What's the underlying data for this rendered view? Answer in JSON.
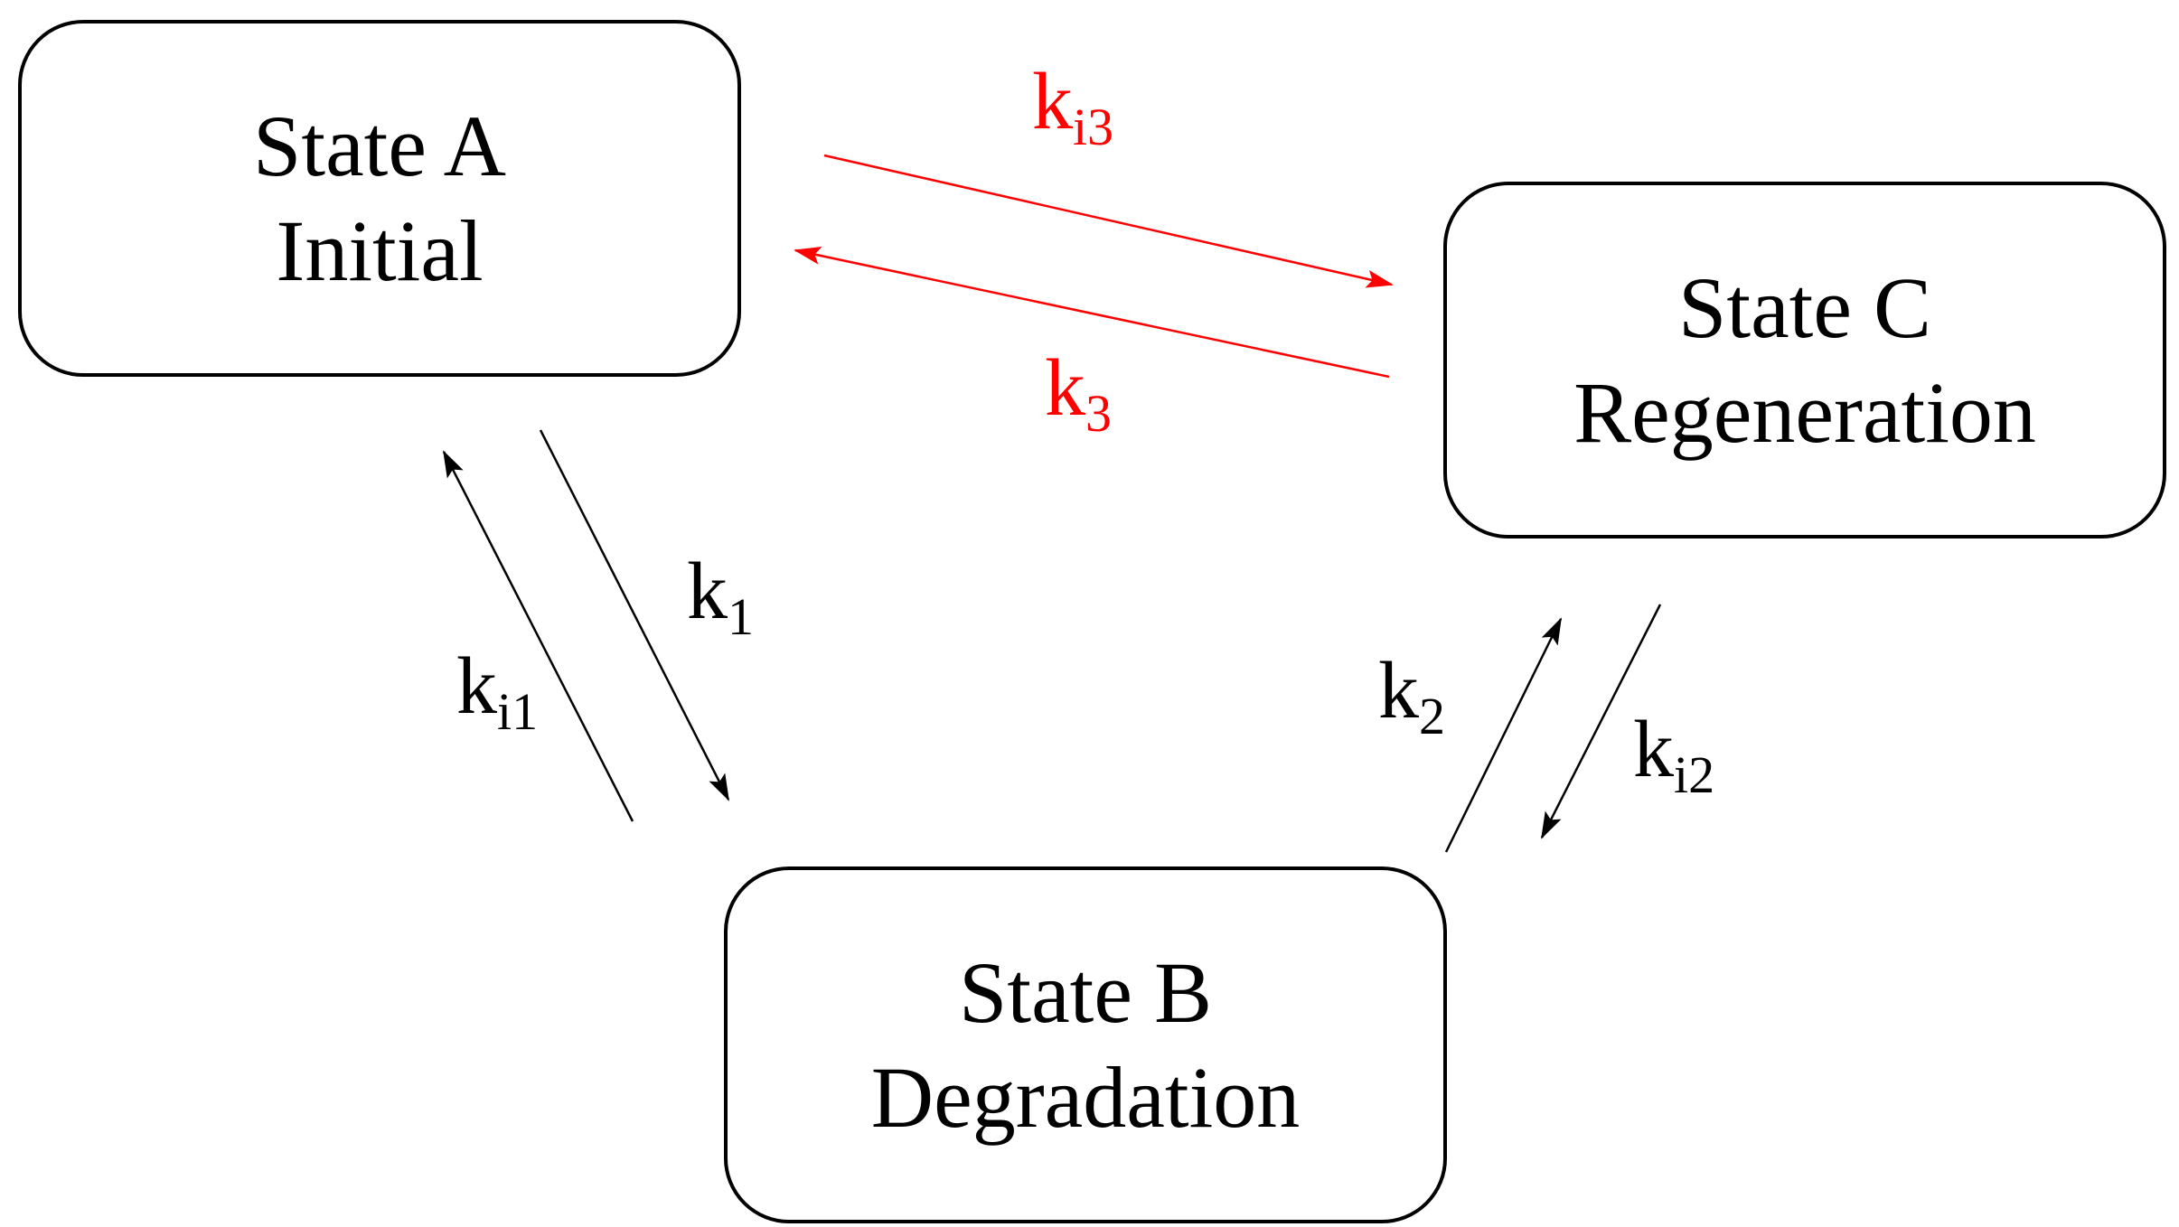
{
  "colors": {
    "forward": "#000000",
    "regeneration": "#ff0000"
  },
  "states": {
    "a": {
      "title": "State A",
      "subtitle": "Initial"
    },
    "b": {
      "title": "State B",
      "subtitle": "Degradation"
    },
    "c": {
      "title": "State C",
      "subtitle": "Regeneration"
    }
  },
  "rates": {
    "ki3": {
      "base": "k",
      "sub": "i3"
    },
    "k3": {
      "base": "k",
      "sub": "3"
    },
    "k1": {
      "base": "k",
      "sub": "1"
    },
    "ki1": {
      "base": "k",
      "sub": "i1"
    },
    "k2": {
      "base": "k",
      "sub": "2"
    },
    "ki2": {
      "base": "k",
      "sub": "i2"
    }
  }
}
